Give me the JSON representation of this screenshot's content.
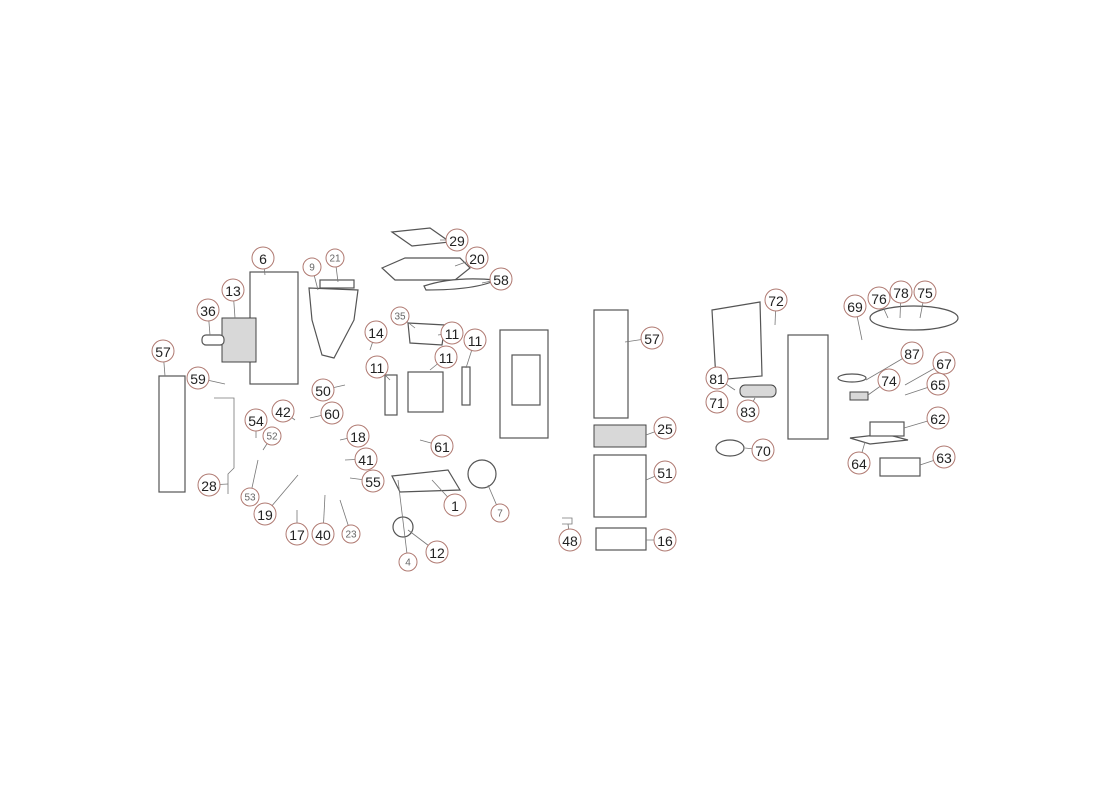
{
  "diagram": {
    "type": "exploded-parts-view",
    "callouts": [
      "29",
      "20",
      "58",
      "6",
      "9",
      "21",
      "13",
      "36",
      "35",
      "11",
      "11",
      "14",
      "11",
      "11",
      "57",
      "59",
      "50",
      "42",
      "60",
      "54",
      "52",
      "18",
      "61",
      "41",
      "55",
      "28",
      "53",
      "19",
      "17",
      "40",
      "23",
      "1",
      "7",
      "12",
      "4",
      "57",
      "25",
      "51",
      "48",
      "16",
      "72",
      "69",
      "76",
      "78",
      "75",
      "87",
      "67",
      "81",
      "71",
      "83",
      "74",
      "65",
      "62",
      "70",
      "64",
      "63"
    ]
  }
}
